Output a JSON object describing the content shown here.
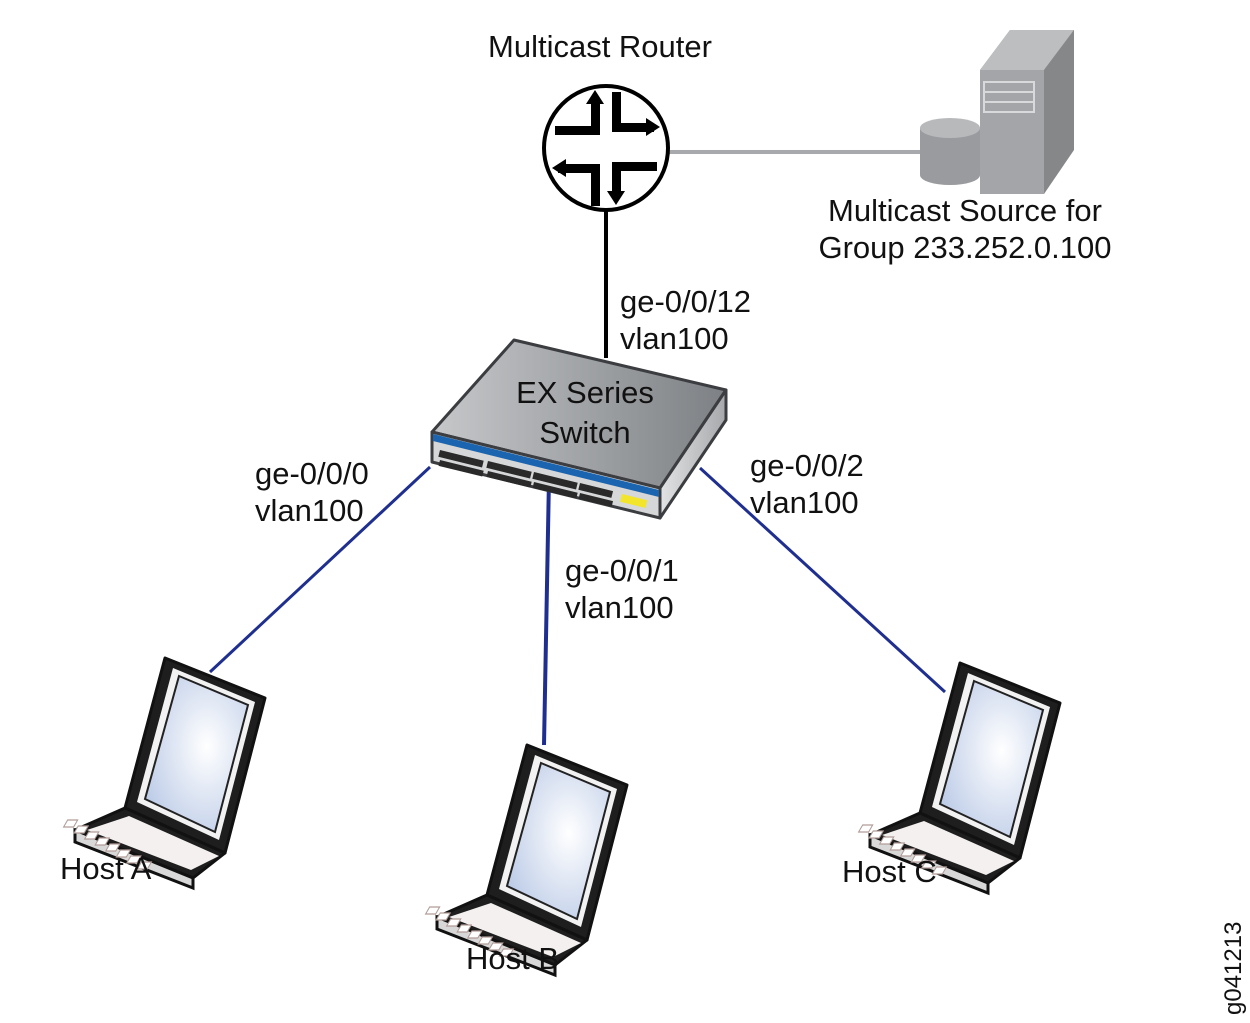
{
  "router": {
    "label": "Multicast Router"
  },
  "source": {
    "label_line1": "Multicast Source for",
    "label_line2": "Group 233.252.0.100"
  },
  "switch": {
    "label_line1": "EX Series",
    "label_line2": "Switch"
  },
  "links": {
    "uplink": {
      "port": "ge-0/0/12",
      "vlan": "vlan100"
    },
    "host_a": {
      "port": "ge-0/0/0",
      "vlan": "vlan100"
    },
    "host_b": {
      "port": "ge-0/0/1",
      "vlan": "vlan100"
    },
    "host_c": {
      "port": "ge-0/0/2",
      "vlan": "vlan100"
    }
  },
  "hosts": [
    {
      "label": "Host A"
    },
    {
      "label": "Host B"
    },
    {
      "label": "Host C"
    }
  ],
  "figure_id": "g041213",
  "colors": {
    "access_link": "#1f2f8f",
    "router_link": "#000000",
    "source_link": "#a7a9ac",
    "switch_front_band": "#1a64b0"
  }
}
